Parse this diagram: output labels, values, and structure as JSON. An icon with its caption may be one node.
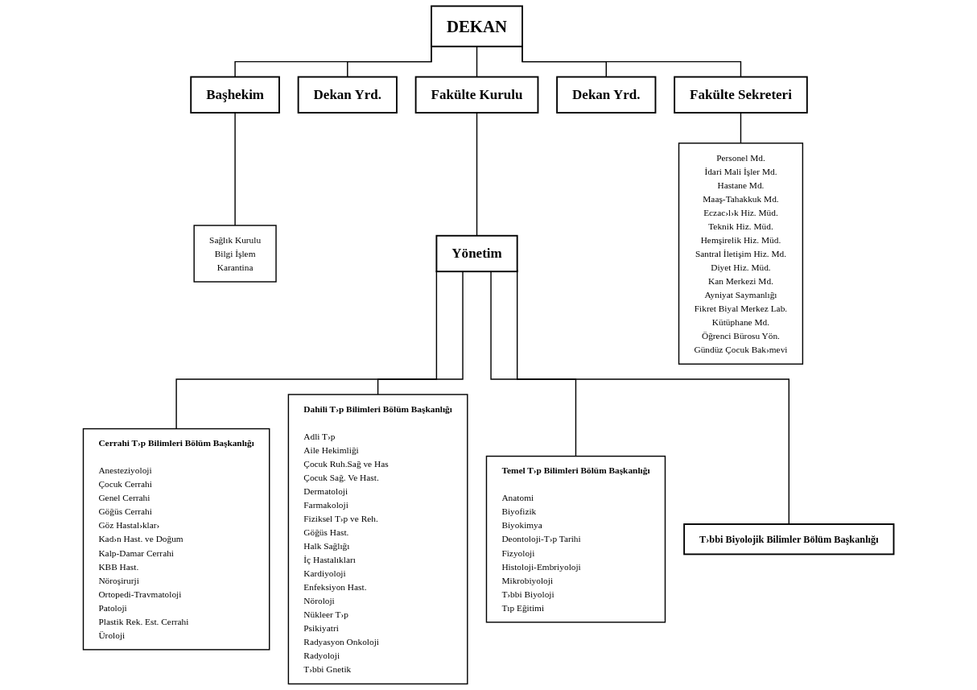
{
  "diagram": {
    "nodes": [
      {
        "text": [
          "DEKAN"
        ]
      },
      {
        "text": [
          "Başhekim"
        ]
      },
      {
        "text": [
          "Dekan  Yrd."
        ]
      },
      {
        "text": [
          "Fakülte Kurulu"
        ]
      },
      {
        "text": [
          "Dekan Yrd."
        ]
      },
      {
        "text": [
          "Fakülte Sekreteri"
        ]
      },
      {
        "text": [
          "Sağlık Kurulu",
          "Bilgi İşlem",
          "Karantina"
        ]
      },
      {
        "text": [
          "Yönetim"
        ]
      },
      {
        "text": [
          "Cerrahi T›p Bilimleri Bölüm Başkanlığı",
          "Anesteziyoloji",
          "Çocuk Cerrahi",
          "Genel Cerrahi",
          "Göğüs Cerrahi",
          "Göz Hastal›klar›",
          "Kad›n Hast. ve  Doğum",
          "Kalp-Damar Cerrahi",
          "KBB Hast.",
          "Nöroşirurji",
          "Ortopedi-Travmatoloji",
          "Patoloji",
          "Plastik Rek. Est. Cerrahi",
          "Üroloji"
        ]
      },
      {
        "text": [
          "Dahili T›p Bilimleri Bölüm Başkanlığı",
          "Adli T›p",
          "Aile Hekimliği",
          "Çocuk Ruh.Sağ ve Has",
          "Çocuk Sağ. Ve Hast.",
          "Dermatoloji",
          "Farmakoloji",
          "Fiziksel T›p ve Reh.",
          "Göğüs Hast.",
          "Halk Sağlığı",
          "İç Hastalıkları",
          "Kardiyoloji",
          "Enfeksiyon Hast.",
          "Nöroloji",
          "Nükleer T›p",
          "Psikiyatri",
          "Radyasyon Onkoloji",
          "Radyoloji",
          "T›bbi Gnetik"
        ]
      },
      {
        "text": [
          "Temel T›p Bilimleri Bölüm Başkanlığı",
          "Anatomi",
          "Biyofizik",
          "Biyokimya",
          "Deontoloji-T›p Tarihi",
          "Fizyoloji",
          "Histoloji-Embriyoloji",
          "Mikrobiyoloji",
          "T›bbi Biyoloji",
          "Tıp Eğitimi"
        ]
      },
      {
        "text": [
          "T›bbi Biyolojik Bilimler Bölüm Başkanlığı"
        ]
      },
      {
        "text": [
          "Personel Md.",
          "İdari Mali İşler Md.",
          "Hastane Md.",
          "Maaş-Tahakkuk Md.",
          "Eczac›l›k Hiz. Müd.",
          "Teknik Hiz. Müd.",
          "Hemşirelik Hiz. Müd.",
          "Santral İletişim Hiz. Md.",
          "Diyet Hiz. Müd.",
          "Kan Merkezi Md.",
          "Ayniyat Saymanlığı",
          "Fikret Biyal Merkez Lab.",
          "Kütüphane Md.",
          "Öğrenci Bürosu Yön.",
          "Gündüz Çocuk Bak›mevi"
        ]
      }
    ],
    "edges": [
      {
        "from": 0,
        "to": 1,
        "arrow": "none"
      },
      {
        "from": 0,
        "to": 2,
        "arrow": "none"
      },
      {
        "from": 0,
        "to": 3,
        "arrow": "none"
      },
      {
        "from": 0,
        "to": 4,
        "arrow": "none"
      },
      {
        "from": 0,
        "to": 5,
        "arrow": "none"
      },
      {
        "from": 1,
        "to": 6,
        "arrow": "none"
      },
      {
        "from": 3,
        "to": 7,
        "arrow": "none"
      },
      {
        "from": 5,
        "to": 12,
        "arrow": "none"
      },
      {
        "from": 7,
        "to": 8,
        "arrow": "none"
      },
      {
        "from": 7,
        "to": 9,
        "arrow": "none"
      },
      {
        "from": 7,
        "to": 10,
        "arrow": "none"
      },
      {
        "from": 7,
        "to": 11,
        "arrow": "none"
      }
    ]
  }
}
